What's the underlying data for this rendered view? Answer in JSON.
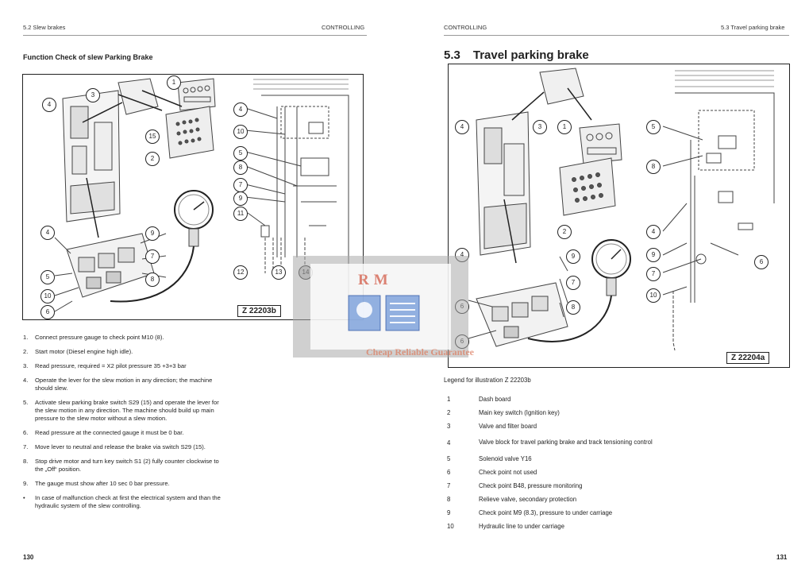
{
  "left_page": {
    "header_left": "5.2 Slew brakes",
    "header_right": "CONTROLLING",
    "subtitle": "Function Check of slew Parking Brake",
    "figure_label": "Z 22203b",
    "callouts": [
      "1",
      "3",
      "4",
      "15",
      "2",
      "4",
      "10",
      "5",
      "8",
      "7",
      "9",
      "11",
      "12",
      "13",
      "14",
      "4",
      "9",
      "7",
      "8",
      "5",
      "10",
      "6"
    ],
    "steps": [
      {
        "n": "1.",
        "text": "Connect pressure gauge to check point M10 (8)."
      },
      {
        "n": "2.",
        "text": "Start motor (Diesel engine high idle)."
      },
      {
        "n": "3.",
        "text": "Read pressure, required = X2 pilot pressure 35 +3+3 bar"
      },
      {
        "n": "4.",
        "text": "Operate the lever for the slew motion in any direction; the machine should slew."
      },
      {
        "n": "5.",
        "text": "Activate slew parking brake switch S29 (15) and operate the lever for the slew motion in any direction. The machine should build up main pressure to the slew motor without a slew motion."
      },
      {
        "n": "6.",
        "text": "Read pressure at the connected gauge it must be 0 bar."
      },
      {
        "n": "7.",
        "text": "Move lever to neutral and release the brake via switch S29 (15)."
      },
      {
        "n": "8.",
        "text": "Stop drive motor and turn key switch S1 (2) fully counter clockwise to the „Off“ position."
      },
      {
        "n": "9.",
        "text": "The gauge must show after 10 sec 0 bar pressure."
      },
      {
        "n": "•",
        "text": "In case of malfunction check at first the electrical system and than the hydraulic system of the slew controlling."
      }
    ],
    "page_number": "130"
  },
  "right_page": {
    "header_left": "CONTROLLING",
    "header_right": "5.3 Travel parking brake",
    "section_number": "5.3",
    "section_title": "Travel parking brake",
    "figure_label": "Z 22204a",
    "legend_title": "Legend for illustration Z 22203b",
    "legend": [
      {
        "n": "1",
        "text": "Dash board"
      },
      {
        "n": "2",
        "text": "Main key switch (Ignition key)"
      },
      {
        "n": "3",
        "text": "Valve and filter board"
      },
      {
        "n": "4",
        "text": "Valve block for travel parking brake and track tensioning control"
      },
      {
        "n": "5",
        "text": "Solenoid valve Y16"
      },
      {
        "n": "6",
        "text": "Check point not used"
      },
      {
        "n": "7",
        "text": "Check point B48, pressure monitoring"
      },
      {
        "n": "8",
        "text": "Relieve valve, secondary protection"
      },
      {
        "n": "9",
        "text": "Check point M9 (8.3), pressure to under carriage"
      },
      {
        "n": "10",
        "text": "Hydraulic line to under carriage"
      }
    ],
    "page_number": "131"
  },
  "watermark": {
    "letters": "RM",
    "tagline": "Cheap Reliable Guarantee"
  }
}
